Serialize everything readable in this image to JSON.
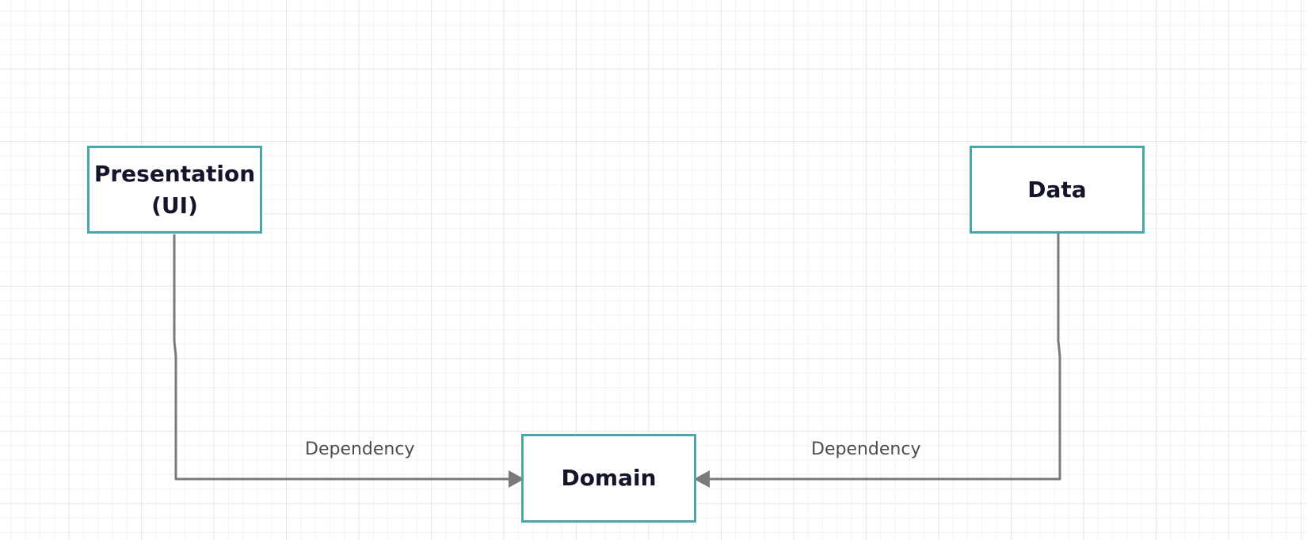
{
  "nodes": {
    "presentation": {
      "label": "Presentation\n(UI)"
    },
    "data": {
      "label": "Data"
    },
    "domain": {
      "label": "Domain"
    }
  },
  "edges": [
    {
      "from": "presentation",
      "to": "domain",
      "label": "Dependency"
    },
    {
      "from": "data",
      "to": "domain",
      "label": "Dependency"
    }
  ],
  "colors": {
    "node_border": "#4aa7a7",
    "node_text": "#14142b",
    "connector": "#7a7a7a",
    "edge_label": "#4d4d4d",
    "grid_major": "#e6e6e6",
    "grid_minor": "#f3f3f3"
  }
}
